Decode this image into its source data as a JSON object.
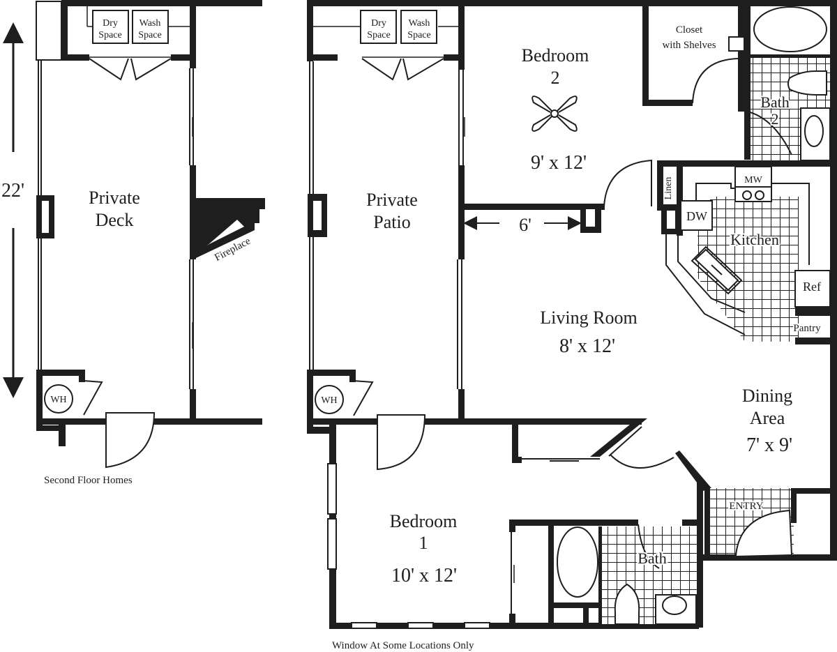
{
  "plan": {
    "dimension_arrow": "22'",
    "footnotes": {
      "second_floor": "Second Floor Homes",
      "windows": "Window At Some Locations Only"
    },
    "deck_variant": {
      "room": [
        "Private",
        "Deck"
      ],
      "fireplace": "Fireplace",
      "water_heater": "WH",
      "dryer": [
        "Dry",
        "Space"
      ],
      "washer": [
        "Wash",
        "Space"
      ]
    },
    "rooms": {
      "patio": [
        "Private",
        "Patio"
      ],
      "dryer": [
        "Dry",
        "Space"
      ],
      "washer": [
        "Wash",
        "Space"
      ],
      "water_heater": "WH",
      "bedroom2": {
        "name": "Bedroom",
        "number": "2",
        "size": "9' x 12'"
      },
      "closet": [
        "Closet",
        "with Shelves"
      ],
      "bath2": {
        "name": "Bath",
        "number": "2"
      },
      "linen": "Linen",
      "microwave": "MW",
      "dishwasher": "DW",
      "kitchen": "Kitchen",
      "refrigerator": "Ref",
      "pantry": "Pantry",
      "hall_span": "6'",
      "living": {
        "name": "Living Room",
        "size": "8' x 12'"
      },
      "dining": {
        "name": "Dining",
        "name2": "Area",
        "size": "7' x 9'"
      },
      "entry": "ENTRY",
      "bedroom1": {
        "name": "Bedroom",
        "number": "1",
        "size": "10' x 12'"
      },
      "bath": "Bath"
    },
    "colors": {
      "wall": "#1e1e1e",
      "background": "#ffffff"
    }
  }
}
